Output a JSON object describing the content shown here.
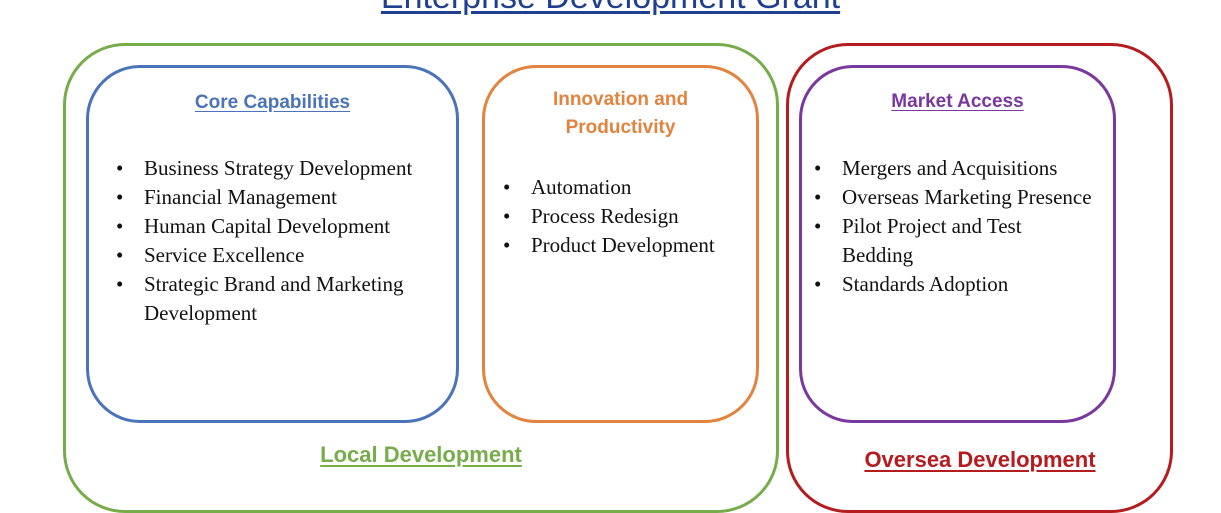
{
  "title": "Enterprise Development Grant",
  "groups": {
    "local": {
      "label": "Local Development",
      "color": "#77ac4b"
    },
    "oversea": {
      "label": "Oversea Development",
      "color": "#b51c1f"
    }
  },
  "boxes": {
    "core": {
      "heading": "Core Capabilities",
      "color": "#4a73b9",
      "items": [
        "Business Strategy Development",
        "Financial Management",
        "Human Capital Development",
        "Service Excellence",
        "Strategic Brand and Marketing Development"
      ]
    },
    "innovation": {
      "heading": "Innovation and Productivity",
      "color": "#e0843f",
      "items": [
        "Automation",
        "Process Redesign",
        "Product Development"
      ]
    },
    "market": {
      "heading": "Market Access",
      "color": "#7a389e",
      "items": [
        "Mergers and Acquisitions",
        "Overseas Marketing Presence",
        "Pilot Project and Test Bedding",
        "Standards Adoption"
      ]
    }
  }
}
